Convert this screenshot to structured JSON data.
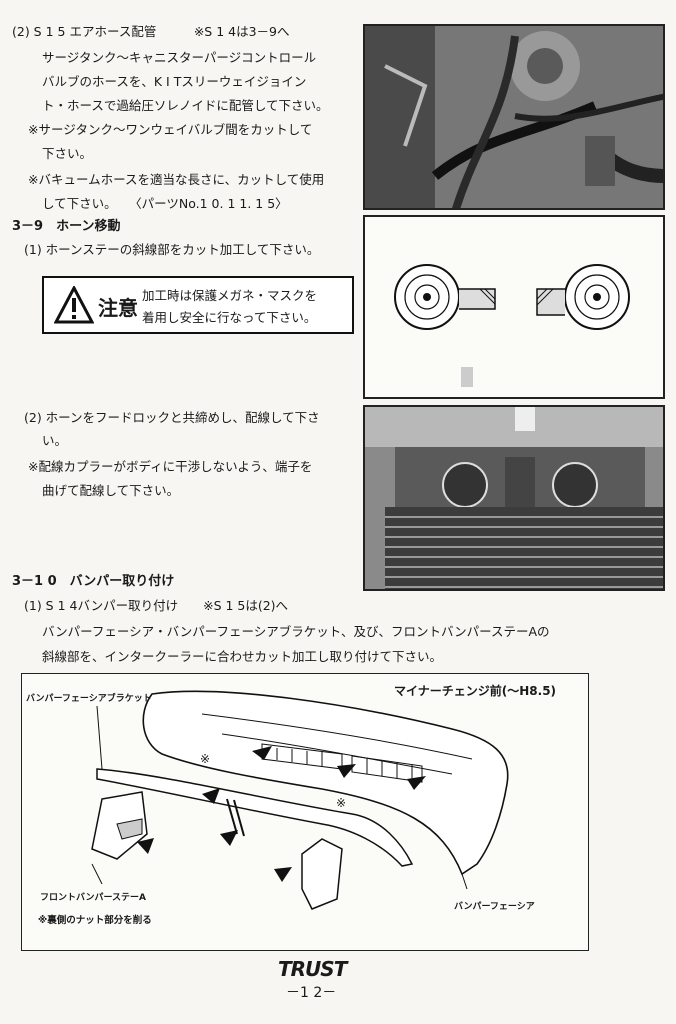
{
  "s15_airhose": {
    "heading": "(2) S 1 5 エアホース配管　　　※S 1 4は3－9へ",
    "lines": [
      "サージタンク～キャニスターパージコントロール",
      "バルブのホースを、K I Tスリーウェイジョイン",
      "ト・ホースで過給圧ソレノイドに配管して下さい。",
      "※サージタンク～ワンウェイバルブ間をカットして",
      "下さい。",
      "※バキュームホースを適当な長さに、カットして使用",
      "して下さい。　　〈パーツNo.1 0. 1 1. 1 5〉"
    ]
  },
  "horn_section": {
    "heading": "3－9　ホーン移動",
    "step1": "(1) ホーンステーの斜線部をカット加工して下さい。",
    "caution_title": "注意",
    "caution_lines": [
      "加工時は保護メガネ・マスクを",
      "着用し安全に行なって下さい。"
    ],
    "step2_lines": [
      "(2) ホーンをフードロックと共締めし、配線して下さ",
      "い。"
    ],
    "note_lines": [
      "※配線カプラーがボディに干渉しないよう、端子を",
      "曲げて配線して下さい。"
    ]
  },
  "bumper_section": {
    "heading": "3－1 0　バンパー取り付け",
    "step1": "(1) S 1 4バンパー取り付け　　※S 1 5は(2)へ",
    "lines": [
      "バンパーフェーシア・バンパーフェーシアブラケット、及び、フロントバンパーステーAの",
      "斜線部を、インタークーラーに合わせカット加工し取り付けて下さい。"
    ]
  },
  "figure": {
    "bracket_label": "バンパーフェーシアブラケット",
    "title": "マイナーチェンジ前(～H8.5)",
    "stay_label": "フロントバンパーステーA",
    "note": "※裏側のナット部分を削る",
    "fascia_label": "バンパーフェーシア",
    "mark1": "※",
    "mark2": "※"
  },
  "footer": {
    "logo": "TRUST",
    "page": "－1 2－"
  }
}
